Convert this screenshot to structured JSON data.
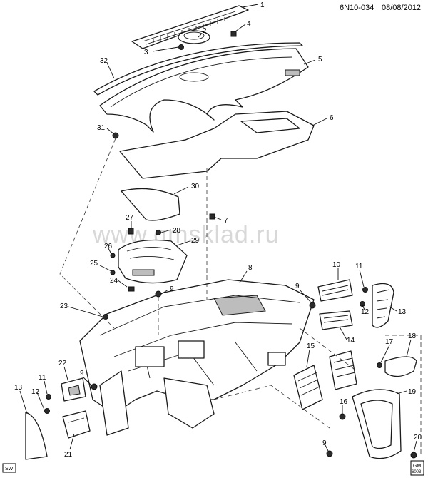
{
  "header": {
    "diagram_ref": "6N10-034",
    "date": "08/08/2012"
  },
  "watermark": "www.gmsklad.ru",
  "badges": {
    "left": "SW",
    "right_top": "GM",
    "right_bottom": "6003"
  },
  "callouts": [
    "1",
    "2",
    "3",
    "4",
    "5",
    "6",
    "7",
    "8",
    "9",
    "9",
    "9",
    "9",
    "10",
    "11",
    "11",
    "12",
    "12",
    "13",
    "13",
    "14",
    "15",
    "16",
    "17",
    "18",
    "19",
    "20",
    "21",
    "22",
    "23",
    "24",
    "25",
    "26",
    "27",
    "28",
    "29",
    "30",
    "31",
    "32"
  ]
}
